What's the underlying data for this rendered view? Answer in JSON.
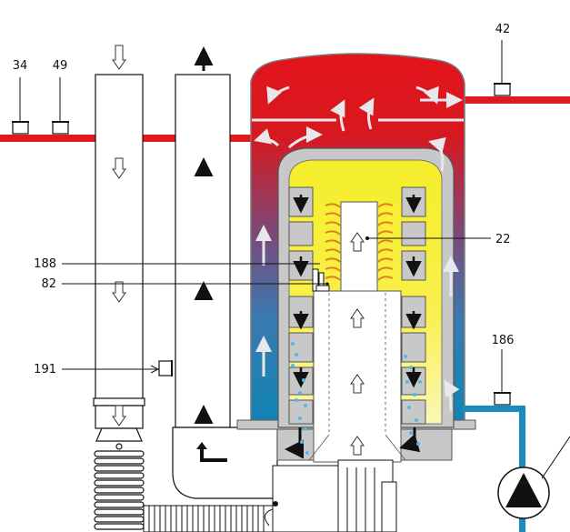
{
  "labels": {
    "l34": "34",
    "l49": "49",
    "l42": "42",
    "l22": "22",
    "l188": "188",
    "l82": "82",
    "l191": "191",
    "l186": "186"
  },
  "colors": {
    "hot": "#e3141c",
    "cold": "#1184b4",
    "core": "#f6ee2a",
    "pale": "#fbf6a8",
    "metal": "#c8c8c8",
    "pipe_red": "#e01820",
    "pipe_blue": "#1a8ac0",
    "flow_arrow": "#e8e8ec",
    "droplet": "#56b8e8"
  }
}
